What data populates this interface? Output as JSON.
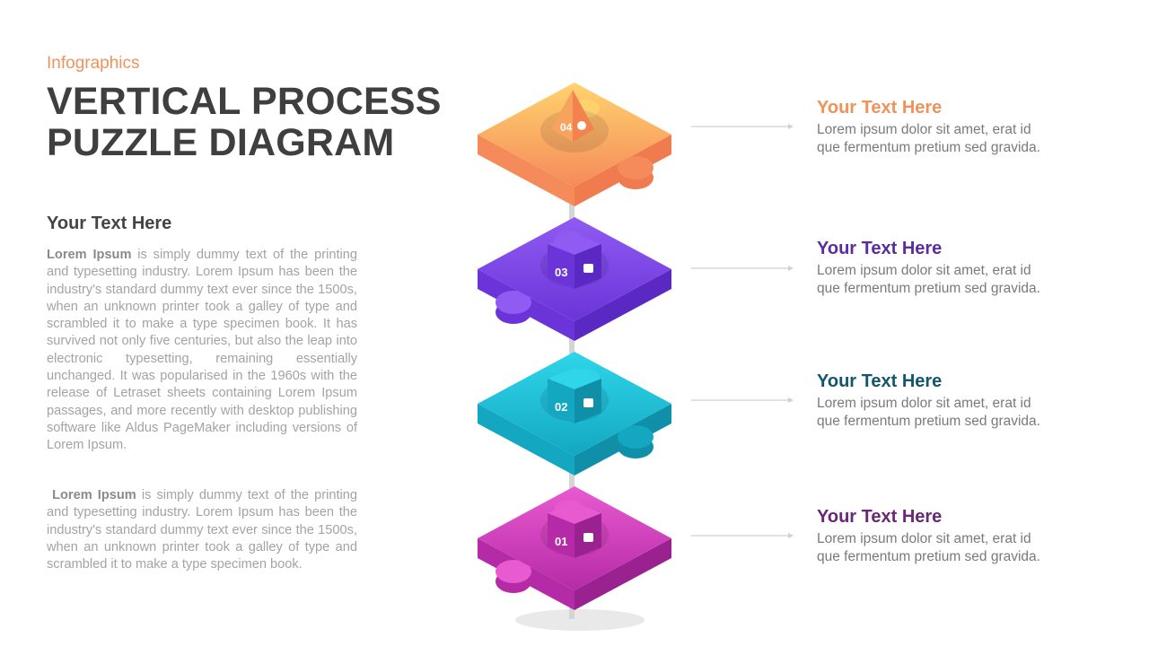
{
  "header": {
    "subtitle": "Infographics",
    "title_line1": "VERTICAL PROCESS",
    "title_line2": "PUZZLE DIAGRAM"
  },
  "left": {
    "heading": "Your  Text Here",
    "paragraphs": [
      {
        "lead": "Lorem Ipsum",
        "body": " is simply dummy text of the printing and typesetting industry. Lorem Ipsum has been the industry's standard dummy text ever since the 1500s, when an unknown printer took a galley of type and scrambled it to make a type specimen book. It has survived not only five centuries, but also the leap into electronic typesetting, remaining essentially unchanged. It was popularised in the 1960s with the release of Letraset sheets containing Lorem Ipsum passages, and more recently with desktop publishing software like Aldus PageMaker including versions of Lorem Ipsum."
      },
      {
        "lead": "Lorem Ipsum",
        "body": " is simply dummy text of the printing and typesetting industry. Lorem Ipsum has been the industry's standard dummy text ever since the 1500s, when an unknown printer took a galley of type and scrambled it to make a type specimen book."
      }
    ]
  },
  "pieces": [
    {
      "number": "04",
      "color_top": "#ffd36e",
      "color_side": "#f58a5a",
      "color_side_dark": "#ef7b4f",
      "icon": "pie-chart-icon",
      "shape": "pyramid"
    },
    {
      "number": "03",
      "color_top": "#8f5bf2",
      "color_side": "#6a34d8",
      "color_side_dark": "#5a28c2",
      "icon": "wallet-icon",
      "shape": "cube"
    },
    {
      "number": "02",
      "color_top": "#2fd6ea",
      "color_side": "#13a7c2",
      "color_side_dark": "#0f8fa8",
      "icon": "money-bag-icon",
      "shape": "cube"
    },
    {
      "number": "01",
      "color_top": "#e85ad0",
      "color_side": "#b52aa6",
      "color_side_dark": "#9a2290",
      "icon": "shopping-bag-icon",
      "shape": "cube"
    }
  ],
  "steps": [
    {
      "title": "Your  Text Here",
      "desc_line1": "Lorem ipsum dolor sit amet, erat id",
      "desc_line2": "que fermentum  pretium sed gravida.",
      "color": "#f0925c"
    },
    {
      "title": "Your  Text Here",
      "desc_line1": "Lorem ipsum dolor sit amet, erat id",
      "desc_line2": "que fermentum  pretium sed gravida.",
      "color": "#5a2ca0"
    },
    {
      "title": "Your  Text Here",
      "desc_line1": "Lorem ipsum dolor sit amet, erat id",
      "desc_line2": "que fermentum  pretium sed gravida.",
      "color": "#14556e"
    },
    {
      "title": "Your  Text Here",
      "desc_line1": "Lorem ipsum dolor sit amet, erat id",
      "desc_line2": "que fermentum  pretium sed gravida.",
      "color": "#6a2677"
    }
  ],
  "colors": {
    "connector": "#d5d5d5",
    "shadow": "#e9e9e9"
  }
}
